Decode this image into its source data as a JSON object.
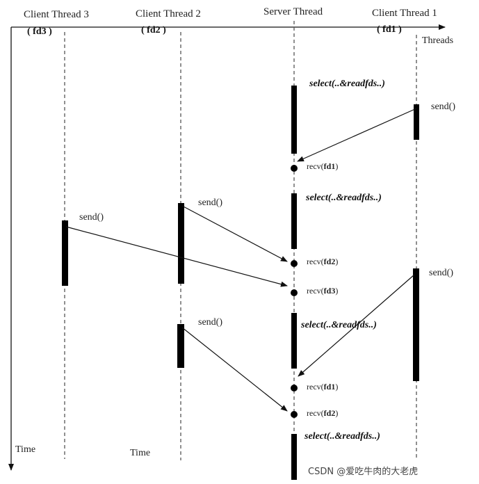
{
  "headers": {
    "client3": "Client Thread 3",
    "client2": "Client Thread 2",
    "server": "Server Thread",
    "client1": "Client Thread 1"
  },
  "fd_labels": {
    "client3": "( fd3 )",
    "client2": "( fd2 )",
    "client1": "( fd1 )"
  },
  "axis": {
    "threads_label": "Threads",
    "time_label": "Time",
    "time_label_2": "Time"
  },
  "select_label": "select(..&readfds..)",
  "send_label": "send()",
  "recv_prefix": "recv(",
  "recv_suffix": ")",
  "recv_fds": [
    "fd1",
    "fd2",
    "fd3",
    "fd1",
    "fd2"
  ],
  "watermark": "CSDN @爱吃牛肉的大老虎",
  "colors": {
    "ink": "#000000",
    "lifeline": "#555555"
  }
}
